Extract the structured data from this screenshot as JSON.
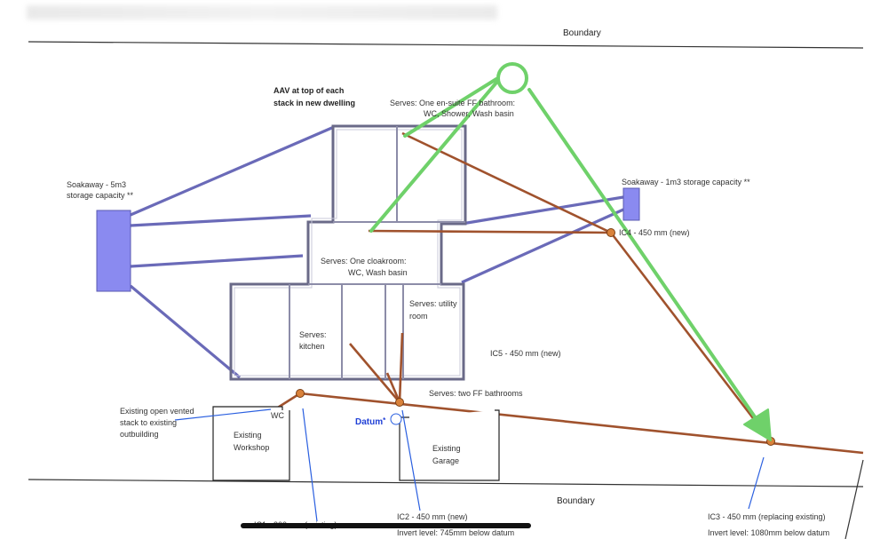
{
  "boundary_top": "Boundary",
  "boundary_bottom": "Boundary",
  "aav_note": [
    "AAV at top of each",
    "stack in new dwelling"
  ],
  "serves_top": [
    "Serves: One en-suite FF bathroom:",
    "WC, Shower, Wash basin"
  ],
  "soakaway_left": [
    "Soakaway - 5m3",
    "storage capacity **"
  ],
  "soakaway_right": "Soakaway - 1m3 storage capacity **",
  "ic4_label": "IC4 - 450 mm (new)",
  "serves_cloakroom": [
    "Serves: One cloakroom:",
    "WC, Wash basin"
  ],
  "serves_utility": [
    "Serves: utility",
    "room"
  ],
  "serves_kitchen": [
    "Serves:",
    "kitchen"
  ],
  "ic5_label": "IC5 - 450 mm (new)",
  "serves_ff_bathrooms": "Serves: two FF bathrooms",
  "existing_stack": [
    "Existing open vented",
    "stack to existing",
    "outbuilding"
  ],
  "wc_label": "WC",
  "workshop": [
    "Existing",
    "Workshop"
  ],
  "datum": "Datum",
  "datum_mark": "*",
  "garage": [
    "Existing",
    "Garage"
  ],
  "ic1_label": "IC1 - 300 mm (existing)",
  "ic2_label": "IC2 - 450 mm (new)",
  "ic2_invert": "Invert level: 745mm below datum",
  "ic3_label": "IC3 - 450 mm (replacing existing)",
  "ic3_invert": "Invert level: 1080mm below datum",
  "colors": {
    "foul_pipe": "#a0522d",
    "surface_water_pipe": "#6a6ab8",
    "soakaway_fill": "#8a8af0",
    "annotation_green": "#6fd16a",
    "leader_blue": "#2a5fe0",
    "inspection_chamber": "#d9823b"
  }
}
